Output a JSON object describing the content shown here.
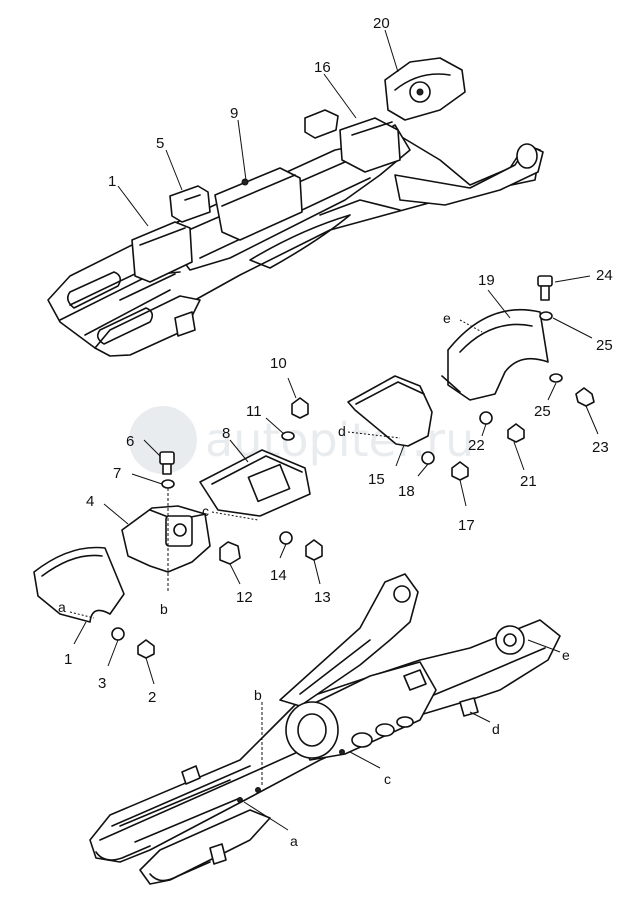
{
  "watermark": "autopiter.ru",
  "part_numbers": [
    "1",
    "2",
    "3",
    "4",
    "5",
    "6",
    "7",
    "8",
    "9",
    "10",
    "11",
    "12",
    "13",
    "14",
    "15",
    "16",
    "17",
    "18",
    "19",
    "20",
    "21",
    "22",
    "23",
    "24",
    "25"
  ],
  "callouts": {
    "top_1": "1",
    "top_5": "5",
    "top_9": "9",
    "top_16": "16",
    "top_20": "20",
    "p19": "19",
    "p24": "24",
    "p25a": "25",
    "p25b": "25",
    "p23": "23",
    "p22": "22",
    "p21": "21",
    "p15": "15",
    "p18": "18",
    "p17": "17",
    "p10": "10",
    "p11": "11",
    "p8": "8",
    "p6": "6",
    "p7": "7",
    "p4": "4",
    "p12": "12",
    "p14": "14",
    "p13": "13",
    "p1": "1",
    "p3": "3",
    "p2": "2"
  },
  "refs": {
    "e_top": "e",
    "d_top": "d",
    "c_mid": "c",
    "b_mid": "b",
    "a_left": "a",
    "b_bottom": "b",
    "a_bottom": "a",
    "c_bottom": "c",
    "d_bottom": "d",
    "e_bottom": "e"
  }
}
